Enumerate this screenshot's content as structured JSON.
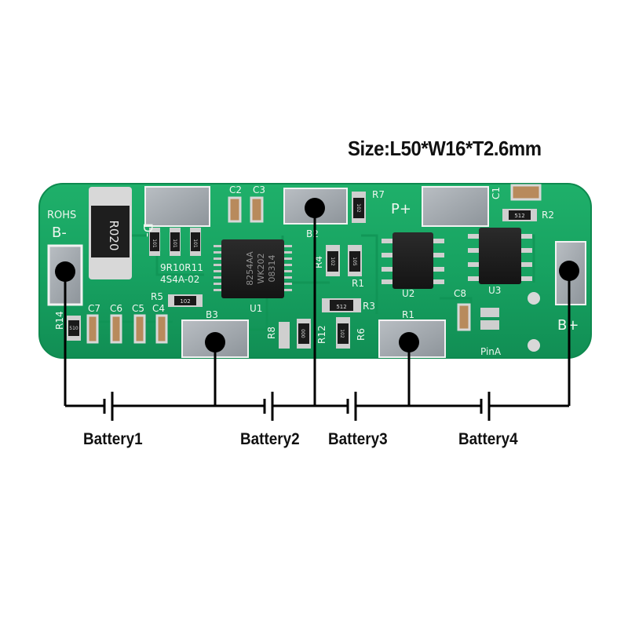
{
  "title": "Size:L50*W16*T2.6mm",
  "board": {
    "silkscreen": {
      "rohs": "ROHS",
      "b_minus": "B-",
      "d_minus": "D-",
      "p_plus": "P+",
      "b_plus": "B+",
      "model": "4S4A-02",
      "r9r10r11": "9R10R11",
      "pin_a": "PinA",
      "shunt": "R020"
    },
    "designators": {
      "r14": "R14",
      "c7": "C7",
      "c6": "C6",
      "c5": "C5",
      "c4": "C4",
      "r5": "R5",
      "b3": "B3",
      "u1": "U1",
      "r8": "R8",
      "r12": "R12",
      "r6": "R6",
      "r1": "R1",
      "r3": "R3",
      "b2": "B2",
      "r4": "R4",
      "r7": "R7",
      "c2": "C2",
      "c3": "C3",
      "c1": "C1",
      "r2": "R2",
      "u2": "U2",
      "u3": "U3",
      "c8": "C8",
      "r1b": "R1"
    },
    "component_codes": {
      "r14": "510",
      "r5": "102",
      "r8": "000",
      "r12": "102",
      "r6": "102",
      "r3": "512",
      "r4": "102",
      "r1": "105",
      "r7": "102",
      "r2": "512",
      "r9": "101",
      "r10": "101",
      "r11": "101"
    },
    "ic_marking": [
      "8254AA",
      "WK202",
      "08314"
    ]
  },
  "batteries": [
    "Battery1",
    "Battery2",
    "Battery3",
    "Battery4"
  ],
  "colors": {
    "pcb": "#16a060",
    "pcb_edge": "#0f8a50",
    "pad": "#a8aeb4",
    "silk": "#f4f8f4",
    "wire": "#000000"
  }
}
